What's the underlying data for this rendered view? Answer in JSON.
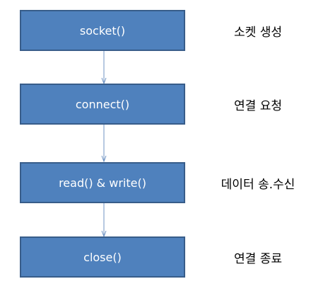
{
  "steps": [
    {
      "call": "socket()",
      "description": "소켓 생성"
    },
    {
      "call": "connect()",
      "description": "연결 요청"
    },
    {
      "call": "read() & write()",
      "description": "데이터 송.수신"
    },
    {
      "call": "close()",
      "description": "연결 종료"
    }
  ],
  "colors": {
    "box_fill": "#4f81bd",
    "box_border": "#385d8a",
    "arrow": "#6f93c3",
    "box_text": "#ffffff",
    "desc_text": "#000000"
  }
}
